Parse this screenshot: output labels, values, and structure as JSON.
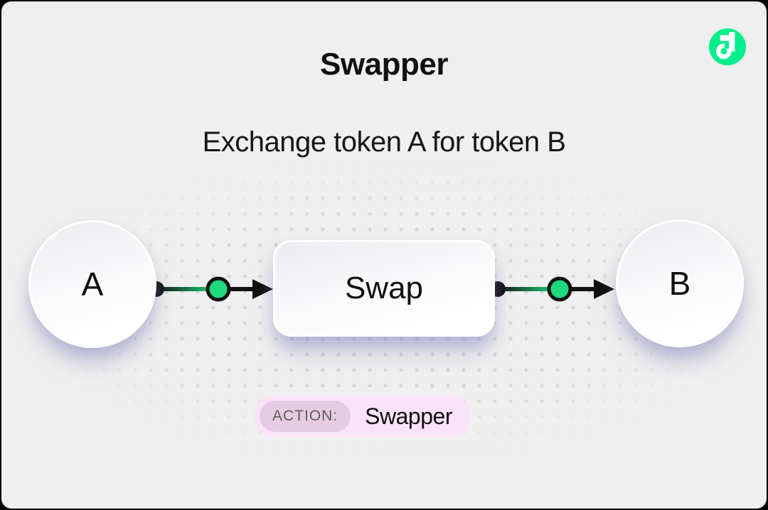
{
  "window": {
    "background": "#efefef",
    "frame_color": "#000000"
  },
  "colors": {
    "panel_bg": "#efefef",
    "frame_color": "#000000",
    "ink": "#111111",
    "flow_green": "#00ef8b",
    "connector_green": "#1fd97d",
    "node_shadow": "rgba(125,125,185,0.45)",
    "dot_grid": "#d7d7d9",
    "badge_bg": "#fae3f8",
    "badge_prefix_bg": "#e6cce2",
    "badge_prefix_text": "#5d5d5d"
  },
  "header": {
    "title": "Swapper",
    "subtitle": "Exchange token A for token B"
  },
  "logo": {
    "icon": "flow-logo"
  },
  "diagram": {
    "nodes": [
      {
        "id": "token-a",
        "label": "A",
        "shape": "circle"
      },
      {
        "id": "swap",
        "label": "Swap",
        "shape": "rounded-box"
      },
      {
        "id": "token-b",
        "label": "B",
        "shape": "circle"
      }
    ],
    "edges": [
      {
        "from": "token-a",
        "to": "swap"
      },
      {
        "from": "swap",
        "to": "token-b"
      }
    ]
  },
  "badge": {
    "prefix_label": "ACTION:",
    "value": "Swapper"
  }
}
